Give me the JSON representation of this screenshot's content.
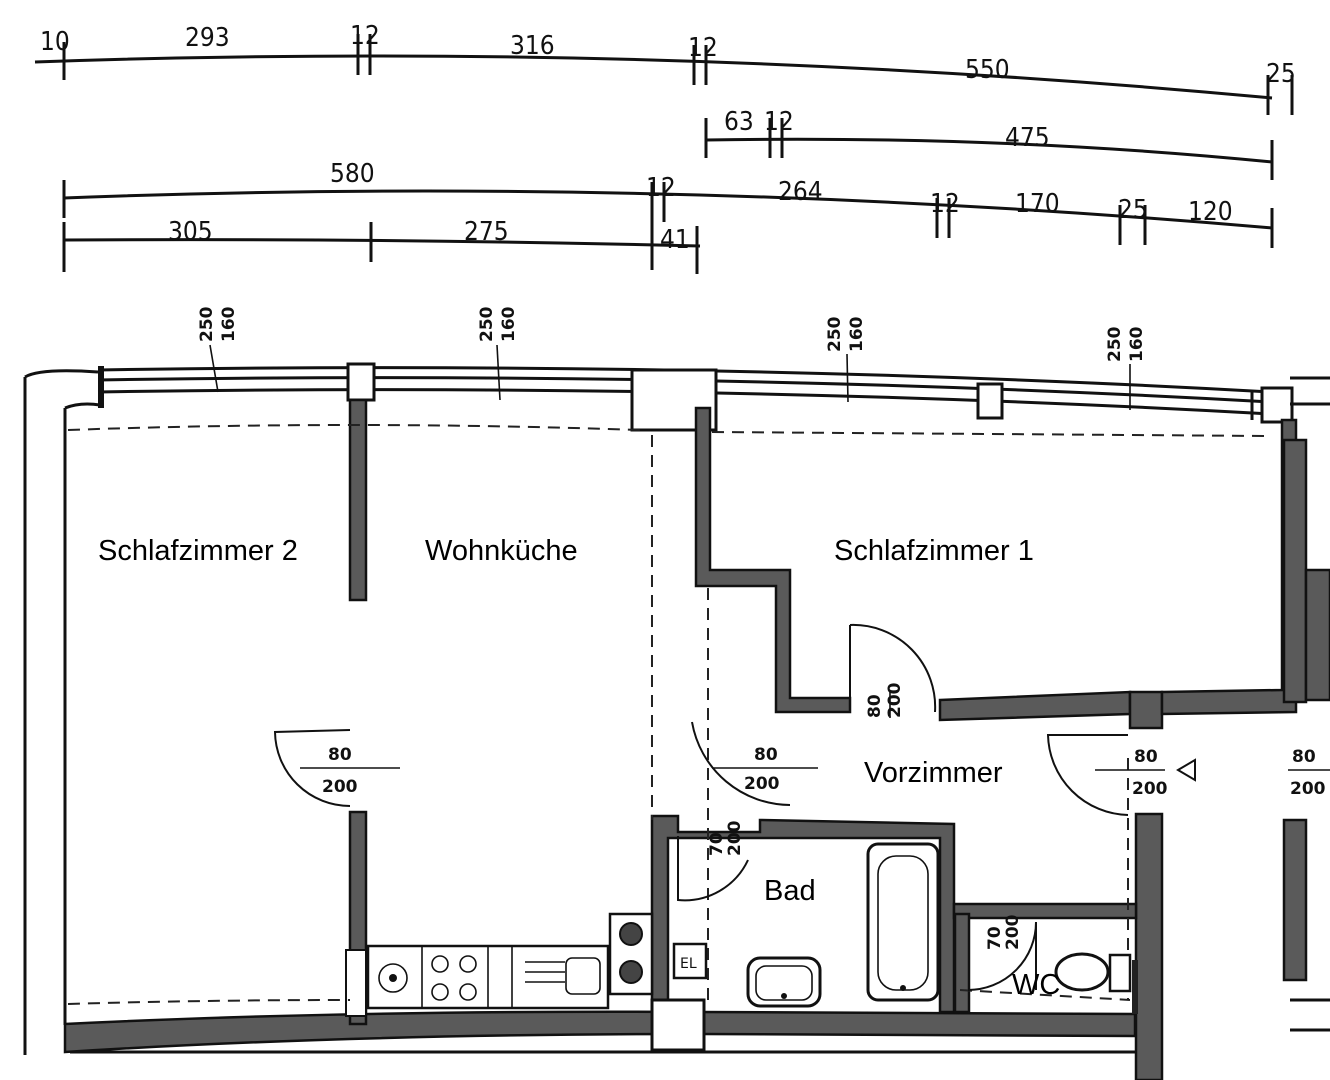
{
  "dimensions": {
    "row1": [
      "10",
      "293",
      "12",
      "316",
      "12",
      "550",
      "25"
    ],
    "row2": [
      "63",
      "12",
      "475"
    ],
    "row3": [
      "580",
      "12",
      "264",
      "12",
      "170",
      "25",
      "120"
    ],
    "row4": [
      "305",
      "275",
      "41"
    ],
    "windows": [
      {
        "top": "250",
        "bottom": "160"
      },
      {
        "top": "250",
        "bottom": "160"
      },
      {
        "top": "250",
        "bottom": "160"
      },
      {
        "top": "250",
        "bottom": "160"
      }
    ]
  },
  "doors": {
    "schlafzimmer2": {
      "width": "80",
      "height": "200"
    },
    "wohnkueche": {
      "width": "80",
      "height": "200"
    },
    "schlafzimmer1": {
      "width": "80",
      "height": "200"
    },
    "bad": {
      "width": "70",
      "height": "200"
    },
    "entrance": {
      "width": "80",
      "height": "200"
    },
    "wc": {
      "width": "70",
      "height": "200"
    },
    "neighbor": {
      "width": "80",
      "height": "200"
    }
  },
  "rooms": {
    "schlafzimmer2": "Schlafzimmer 2",
    "wohnkueche": "Wohnküche",
    "schlafzimmer1": "Schlafzimmer 1",
    "vorzimmer": "Vorzimmer",
    "bad": "Bad",
    "wc": "WC"
  }
}
